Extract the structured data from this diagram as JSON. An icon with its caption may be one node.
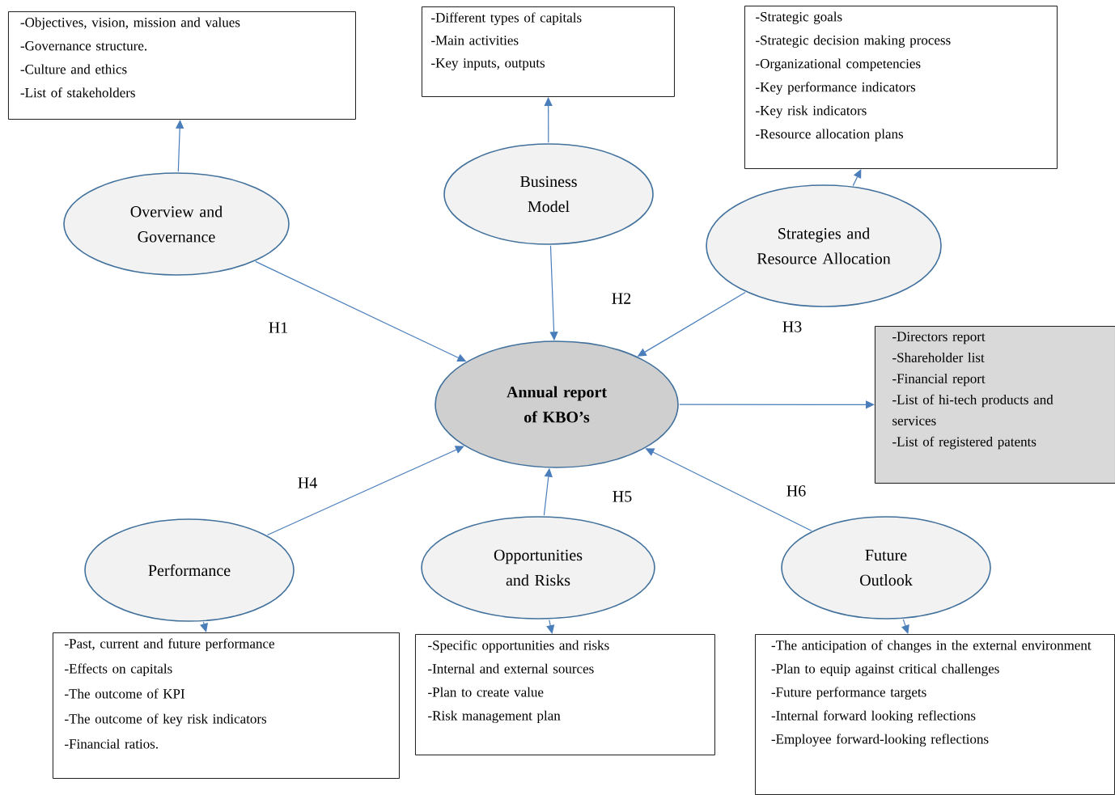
{
  "diagram": {
    "nodes": [
      {
        "text": [
          "-Objectives, vision, mission and values",
          "-Governance structure.",
          "-Culture and ethics",
          "-List of stakeholders"
        ]
      },
      {
        "text": [
          "-Different types of capitals",
          "-Main activities",
          "-Key inputs, outputs"
        ]
      },
      {
        "text": [
          "-Strategic goals",
          "-Strategic decision making process",
          "-Organizational competencies",
          "-Key performance indicators",
          "-Key risk indicators",
          "-Resource allocation plans"
        ]
      },
      {
        "text": [
          "Business Model"
        ]
      },
      {
        "text": [
          "Overview and Governance"
        ]
      },
      {
        "text": [
          "Strategies and Resource Allocation"
        ]
      },
      {
        "text": [
          "Annual report of KBO’s"
        ]
      },
      {
        "text": [
          "-Directors report",
          "-Shareholder list",
          "-Financial report",
          "-List of hi-tech products and services",
          "-List of registered patents"
        ]
      },
      {
        "text": [
          "Performance"
        ]
      },
      {
        "text": [
          "Opportunities and Risks"
        ]
      },
      {
        "text": [
          "Future Outlook"
        ]
      },
      {
        "text": [
          "-Past, current and future performance",
          "-Effects on capitals",
          "-The outcome of KPI",
          "-The outcome of key risk indicators",
          "-Financial ratios."
        ]
      },
      {
        "text": [
          "-Specific opportunities and risks",
          "-Internal and external sources",
          "-Plan to create value",
          "-Risk management plan"
        ]
      },
      {
        "text": [
          "-The anticipation of changes in the external environment",
          "-Plan to equip against critical challenges",
          "-Future performance targets",
          "-Internal forward looking reflections",
          "-Employee forward-looking reflections"
        ]
      }
    ],
    "edges": [
      {
        "from": 4,
        "to": 0,
        "arrow": "to"
      },
      {
        "from": 3,
        "to": 1,
        "arrow": "to"
      },
      {
        "from": 5,
        "to": 2,
        "arrow": "to"
      },
      {
        "from": 4,
        "to": 6,
        "arrow": "to",
        "label": "H1"
      },
      {
        "from": 3,
        "to": 6,
        "arrow": "to",
        "label": "H2"
      },
      {
        "from": 5,
        "to": 6,
        "arrow": "to",
        "label": "H3"
      },
      {
        "from": 6,
        "to": 7,
        "arrow": "to"
      },
      {
        "from": 8,
        "to": 6,
        "arrow": "to",
        "label": "H4"
      },
      {
        "from": 9,
        "to": 6,
        "arrow": "to",
        "label": "H5"
      },
      {
        "from": 10,
        "to": 6,
        "arrow": "to",
        "label": "H6"
      },
      {
        "from": 8,
        "to": 11,
        "arrow": "to"
      },
      {
        "from": 9,
        "to": 12,
        "arrow": "to"
      },
      {
        "from": 10,
        "to": 13,
        "arrow": "to"
      }
    ]
  }
}
